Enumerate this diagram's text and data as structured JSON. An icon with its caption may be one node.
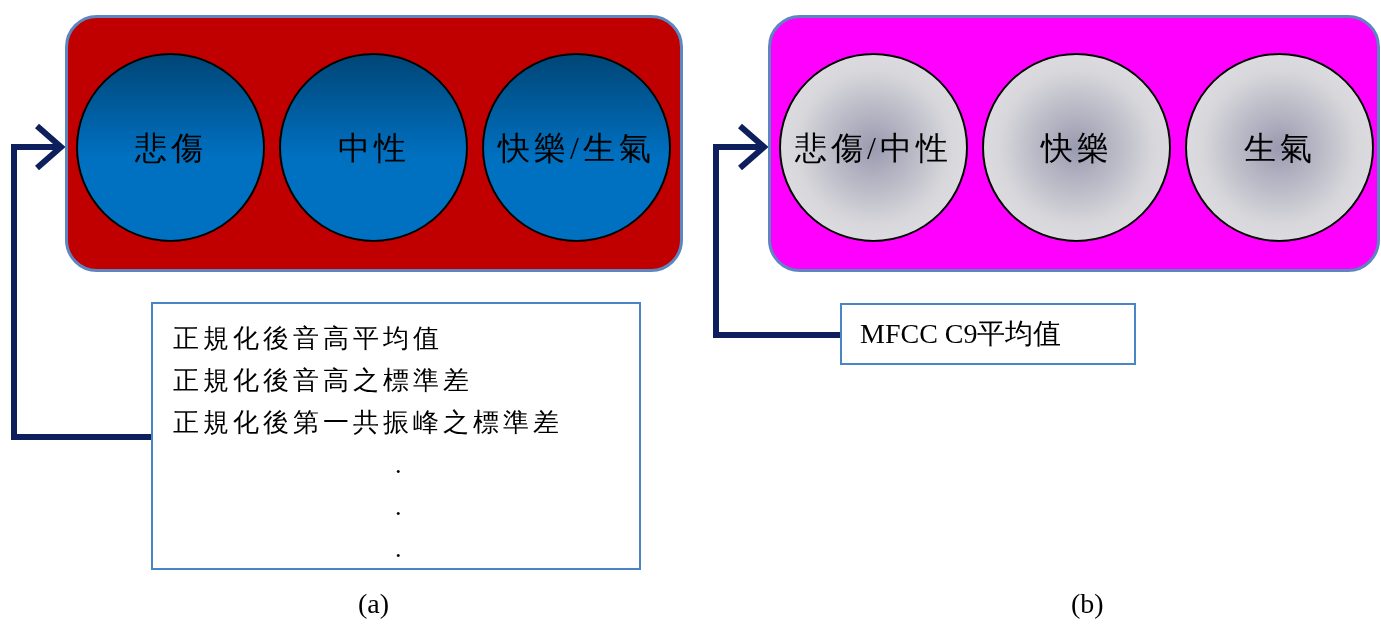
{
  "diagram": {
    "nodes": [
      {
        "text": [],
        "shape": "box"
      },
      {
        "text": [
          "悲傷"
        ],
        "in": 0
      },
      {
        "text": [
          "中性"
        ],
        "in": 0
      },
      {
        "text": [
          "快樂/生氣"
        ],
        "in": 0
      },
      {
        "text": [],
        "shape": "box"
      },
      {
        "text": [
          "悲傷/中性"
        ],
        "in": 4
      },
      {
        "text": [
          "快樂"
        ],
        "in": 4
      },
      {
        "text": [
          "生氣"
        ],
        "in": 4
      },
      {
        "text": [
          "正規化後音高平均值",
          "正規化後音高之標準差",
          "正規化後第一共振峰之標準差",
          ".",
          ".",
          "."
        ]
      },
      {
        "text": [
          "MFCC C9平均值"
        ]
      }
    ],
    "edges": [
      {
        "from": 8,
        "to": 0,
        "arrow": "to"
      },
      {
        "from": 9,
        "to": 4,
        "arrow": "to"
      }
    ],
    "labels": [
      "(a)",
      "(b)"
    ]
  }
}
